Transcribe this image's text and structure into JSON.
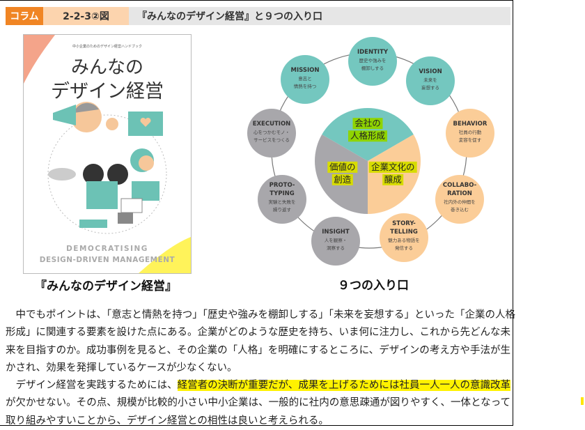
{
  "header": {
    "tag": "コラム",
    "figure_no": "2-2-3②図",
    "title": "『みんなのデザイン経営』と９つの入り口"
  },
  "cover": {
    "subtitle": "中小企業のためのデザイン経営ハンドブック",
    "title_line1": "みんなの",
    "title_line2": "デザイン経営",
    "english_line1": "DEMOCRATISING",
    "english_line2": "DESIGN-DRIVEN MANAGEMENT"
  },
  "captions": {
    "left": "『みんなのデザイン経営』",
    "right": "９つの入り口"
  },
  "diagram": {
    "center": [
      {
        "label": [
          "会社の",
          "人格形成"
        ],
        "color": "#74c7bf"
      },
      {
        "label": [
          "企業文化の",
          "醸成"
        ],
        "color": "#fbcd98"
      },
      {
        "label": [
          "価値の",
          "創造"
        ],
        "color": "#a8a7ab"
      }
    ],
    "nodes": [
      {
        "title": [
          "IDENTITY"
        ],
        "desc": [
          "歴史や強みを",
          "棚卸しする"
        ],
        "color": "#74c7bf"
      },
      {
        "title": [
          "VISION"
        ],
        "desc": [
          "未来を",
          "妄想する"
        ],
        "color": "#74c7bf"
      },
      {
        "title": [
          "BEHAVIOR"
        ],
        "desc": [
          "社員の行動",
          "変容を促す"
        ],
        "color": "#fbcd98"
      },
      {
        "title": [
          "COLLABO-",
          "RATION"
        ],
        "desc": [
          "社内外の仲間を",
          "巻き込む"
        ],
        "color": "#fbcd98"
      },
      {
        "title": [
          "STORY-",
          "TELLING"
        ],
        "desc": [
          "魅力ある物語を",
          "発信する"
        ],
        "color": "#fbcd98"
      },
      {
        "title": [
          "INSIGHT"
        ],
        "desc": [
          "人を観察・",
          "洞察する"
        ],
        "color": "#a8a7ab"
      },
      {
        "title": [
          "PROTO-",
          "TYPING"
        ],
        "desc": [
          "実験と失敗を",
          "繰り返す"
        ],
        "color": "#a8a7ab"
      },
      {
        "title": [
          "EXECUTION"
        ],
        "desc": [
          "心をつかむモノ・",
          "サービスをつくる"
        ],
        "color": "#a8a7ab"
      },
      {
        "title": [
          "MISSION"
        ],
        "desc": [
          "意志と",
          "情熱を持つ"
        ],
        "color": "#74c7bf"
      }
    ]
  },
  "body": {
    "lines": [
      "　中でもポイントは、「意志と情熱を持つ」「歴史や強みを棚卸しする」「未来を妄想する」といった「企業の人格",
      "形成」に関連する要素を設けた点にある。企業がどのような歴史を持ち、いま何に注力し、これから先どんな未",
      "来を目指すのか。成功事例を見ると、その企業の「人格」を明確にするところに、デザインの考え方や手法が生",
      "かされ、効果を発揮しているケースが少なくない。"
    ],
    "p2_line1_pre": "　デザイン経営を実践するためには、",
    "p2_line1_hl": "経営者の決断が重要だが、成果を上げるためには社員一人一人の意識改革",
    "p2_lines": [
      "が欠かせない。その点、規模が比較的小さい中小企業は、一般的に社内の意思疎通が図りやすく、一体となって",
      "取り組みやすいことから、デザイン経営との相性は良いと考えられる。"
    ]
  }
}
